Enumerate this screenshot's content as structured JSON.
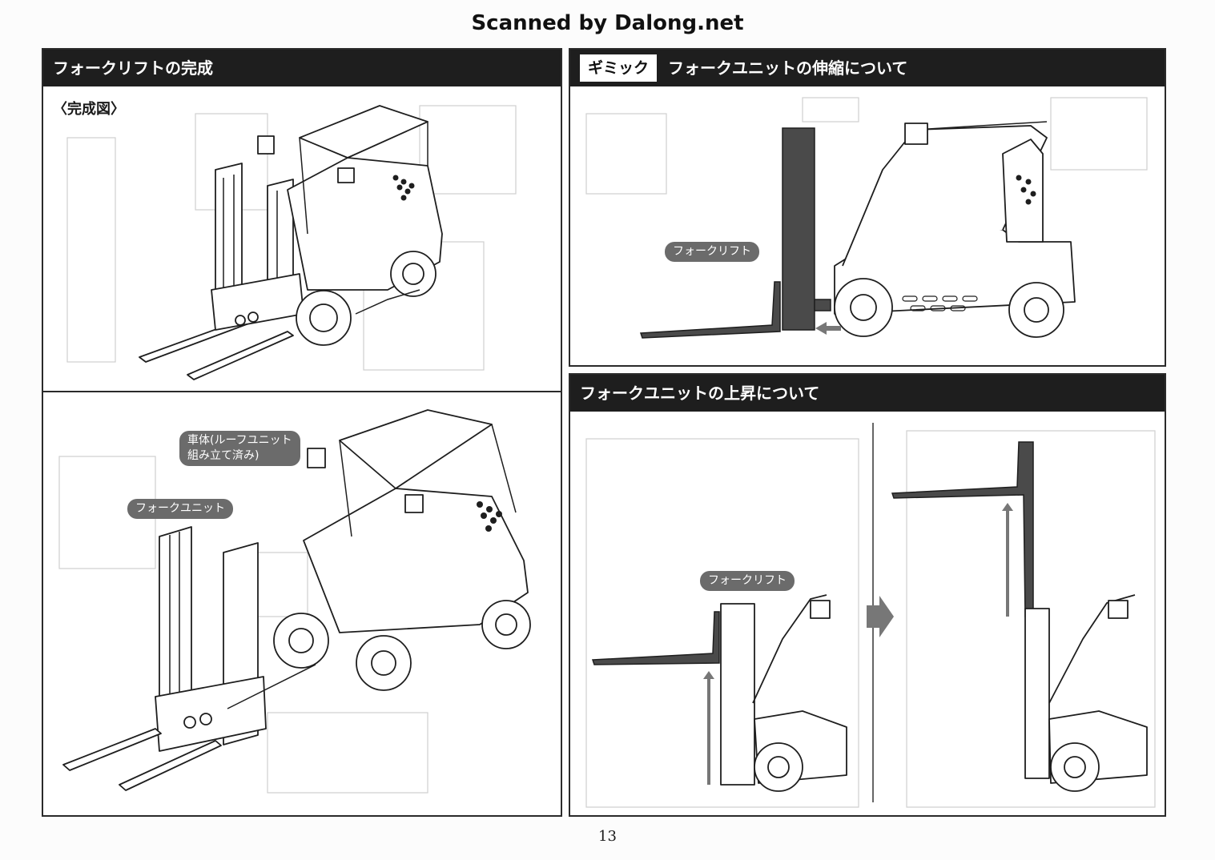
{
  "watermark": "Scanned by Dalong.net",
  "left_top": {
    "header": "フォークリフトの完成",
    "subtitle": "〈完成図〉"
  },
  "left_bottom": {
    "label_body_line1": "車体(ルーフユニット",
    "label_body_line2": "組み立て済み)",
    "label_fork_unit": "フォークユニット"
  },
  "right_top": {
    "tag": "ギミック",
    "header": "フォークユニットの伸縮について",
    "label_forklift": "フォークリフト"
  },
  "right_bottom": {
    "header": "フォークユニットの上昇について",
    "label_forklift": "フォークリフト"
  },
  "page_number": "13",
  "colors": {
    "header_bg": "#1e1e1e",
    "label_bg": "#6b6b6b",
    "fork_dark": "#4a4a4a",
    "arrow": "#777777"
  }
}
